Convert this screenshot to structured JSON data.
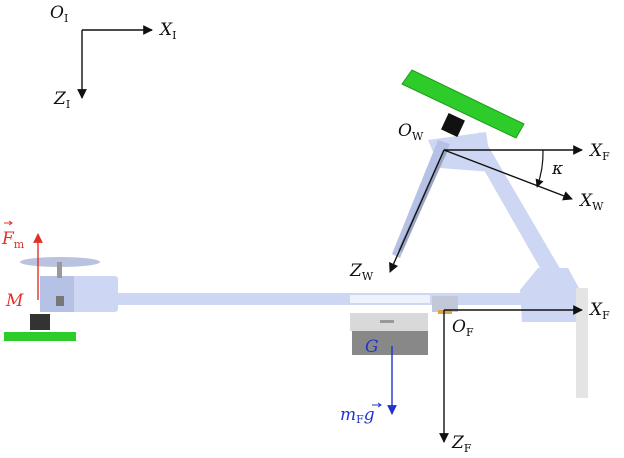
{
  "colors": {
    "axis": "#111111",
    "structure": "#cdd6f2",
    "structure_dark": "#b6c1e6",
    "green": "#2ecc2a",
    "force_red": "#e0302a",
    "gravity_blue": "#2233cc",
    "gray_block": "#888888"
  },
  "inertial_frame": {
    "origin": {
      "base": "O",
      "sub": "I"
    },
    "x_axis": {
      "base": "X",
      "sub": "I"
    },
    "z_axis": {
      "base": "Z",
      "sub": "I"
    }
  },
  "wheel_frame": {
    "origin": {
      "base": "O",
      "sub": "W"
    },
    "x_axis": {
      "base": "X",
      "sub": "W"
    },
    "z_axis": {
      "base": "Z",
      "sub": "W"
    },
    "x_frame_axis": {
      "base": "X",
      "sub": "F"
    },
    "angle": "κ"
  },
  "frame": {
    "origin": {
      "base": "O",
      "sub": "F"
    },
    "x_axis": {
      "base": "X",
      "sub": "F"
    },
    "z_axis": {
      "base": "Z",
      "sub": "F"
    }
  },
  "forces": {
    "motor_force": {
      "base": "F",
      "sub": "m"
    },
    "motor_mass": "M",
    "cog": "G",
    "weight": {
      "base": "m",
      "sub": "F",
      "tail": "g"
    }
  }
}
